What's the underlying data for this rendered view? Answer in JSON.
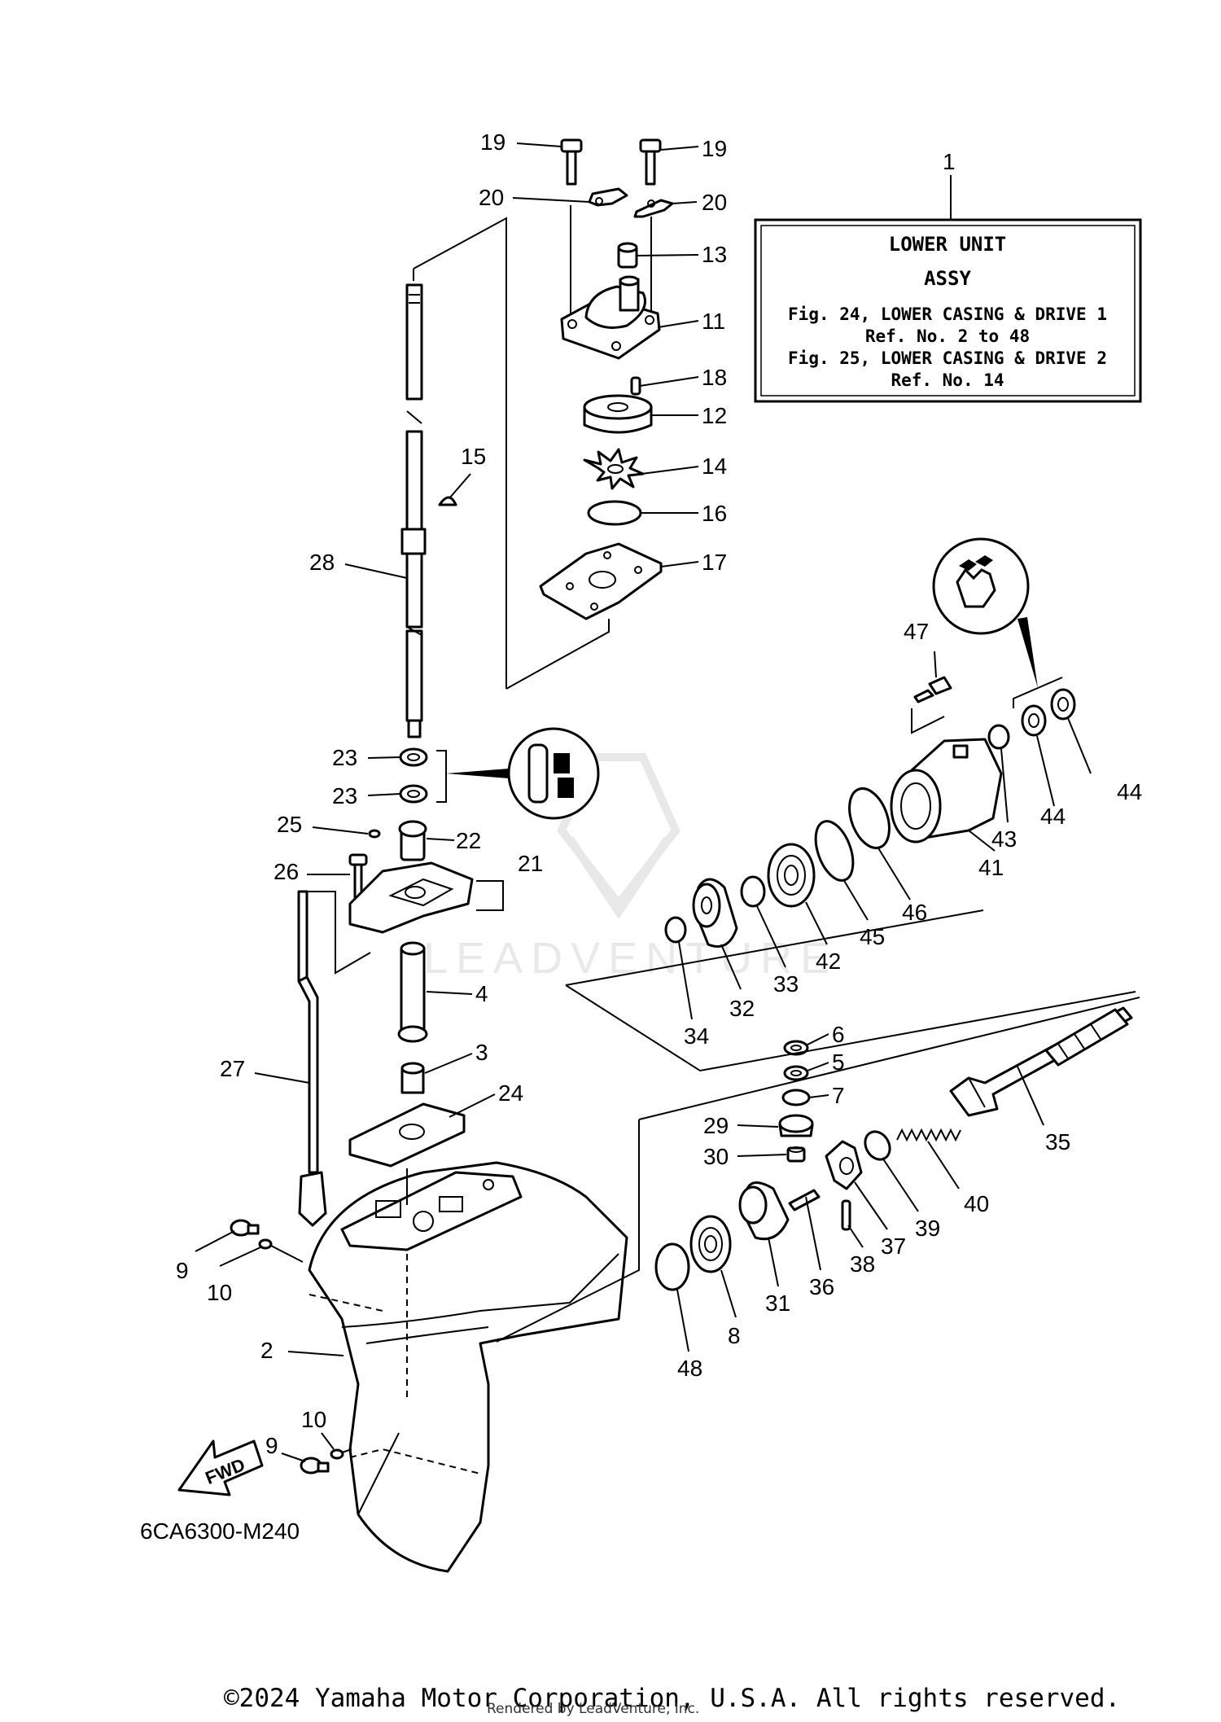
{
  "info_box": {
    "ref": "1",
    "line1": "LOWER UNIT",
    "line2": "ASSY",
    "line3": "Fig. 24, LOWER CASING & DRIVE 1",
    "line4": "Ref. No. 2 to 48",
    "line5": "Fig. 25, LOWER CASING & DRIVE 2",
    "line6": "Ref. No. 14"
  },
  "fwd_label": "FWD",
  "diagram_code": "6CA6300-M240",
  "watermark": "LEADVENTURE",
  "copyright": "©2024 Yamaha Motor Corporation, U.S.A. All rights reserved.",
  "rendered_by": "Rendered by LeadVenture, Inc.",
  "callouts": [
    {
      "id": "c19a",
      "text": "19"
    },
    {
      "id": "c19b",
      "text": "19"
    },
    {
      "id": "c20a",
      "text": "20"
    },
    {
      "id": "c20b",
      "text": "20"
    },
    {
      "id": "c13",
      "text": "13"
    },
    {
      "id": "c11",
      "text": "11"
    },
    {
      "id": "c18",
      "text": "18"
    },
    {
      "id": "c12",
      "text": "12"
    },
    {
      "id": "c14",
      "text": "14"
    },
    {
      "id": "c16",
      "text": "16"
    },
    {
      "id": "c17",
      "text": "17"
    },
    {
      "id": "c15",
      "text": "15"
    },
    {
      "id": "c28",
      "text": "28"
    },
    {
      "id": "c23a",
      "text": "23"
    },
    {
      "id": "c23b",
      "text": "23"
    },
    {
      "id": "c25",
      "text": "25"
    },
    {
      "id": "c22",
      "text": "22"
    },
    {
      "id": "c21",
      "text": "21"
    },
    {
      "id": "c26",
      "text": "26"
    },
    {
      "id": "c4",
      "text": "4"
    },
    {
      "id": "c3",
      "text": "3"
    },
    {
      "id": "c24",
      "text": "24"
    },
    {
      "id": "c27",
      "text": "27"
    },
    {
      "id": "c9a",
      "text": "9"
    },
    {
      "id": "c10a",
      "text": "10"
    },
    {
      "id": "c2",
      "text": "2"
    },
    {
      "id": "c10b",
      "text": "10"
    },
    {
      "id": "c9b",
      "text": "9"
    },
    {
      "id": "c47",
      "text": "47"
    },
    {
      "id": "c44a",
      "text": "44"
    },
    {
      "id": "c44b",
      "text": "44"
    },
    {
      "id": "c43",
      "text": "43"
    },
    {
      "id": "c41",
      "text": "41"
    },
    {
      "id": "c46",
      "text": "46"
    },
    {
      "id": "c45",
      "text": "45"
    },
    {
      "id": "c42",
      "text": "42"
    },
    {
      "id": "c33",
      "text": "33"
    },
    {
      "id": "c32",
      "text": "32"
    },
    {
      "id": "c34",
      "text": "34"
    },
    {
      "id": "c6",
      "text": "6"
    },
    {
      "id": "c5",
      "text": "5"
    },
    {
      "id": "c7",
      "text": "7"
    },
    {
      "id": "c29",
      "text": "29"
    },
    {
      "id": "c30",
      "text": "30"
    },
    {
      "id": "c35",
      "text": "35"
    },
    {
      "id": "c40",
      "text": "40"
    },
    {
      "id": "c39",
      "text": "39"
    },
    {
      "id": "c37",
      "text": "37"
    },
    {
      "id": "c38",
      "text": "38"
    },
    {
      "id": "c36",
      "text": "36"
    },
    {
      "id": "c31",
      "text": "31"
    },
    {
      "id": "c8",
      "text": "8"
    },
    {
      "id": "c48",
      "text": "48"
    }
  ]
}
